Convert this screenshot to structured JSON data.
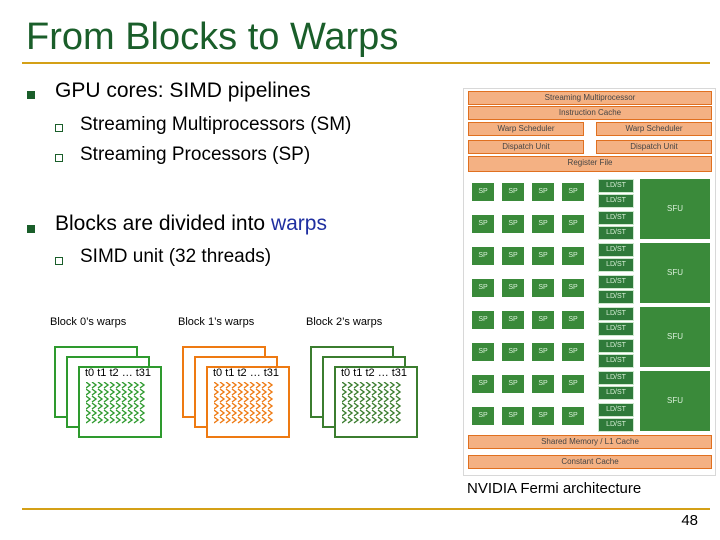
{
  "slide": {
    "title": "From Blocks to Warps",
    "page_number": "48"
  },
  "bullets": [
    {
      "text": "GPU cores: SIMD pipelines",
      "sub": [
        "Streaming Multiprocessors (SM)",
        "Streaming Processors (SP)"
      ]
    },
    {
      "text_prefix": "Blocks are divided into ",
      "text_highlight": "warps",
      "sub": [
        "SIMD unit (32 threads)"
      ]
    }
  ],
  "blocks": [
    {
      "label": "Block 0’s warps",
      "dots": "…",
      "threads": "t0 t1 t2 … t31",
      "color": "#2e9a2e"
    },
    {
      "label": "Block 1’s warps",
      "dots": "…",
      "threads": "t0 t1 t2 … t31",
      "color": "#ee7a12"
    },
    {
      "label": "Block 2’s warps",
      "dots": "…",
      "threads": "t0 t1 t2 … t31",
      "color": "#3b7d2f"
    }
  ],
  "fermi": {
    "header": "Streaming Multiprocessor",
    "instruction_cache": "Instruction Cache",
    "warp_scheduler": "Warp Scheduler",
    "dispatch_unit": "Dispatch Unit",
    "register_file": "Register File",
    "sp": "SP",
    "ldst": "LD/ST",
    "sfu": "SFU",
    "shared_memory": "Shared Memory / L1 Cache",
    "constant_cache": "Constant Cache",
    "caption": "NVIDIA Fermi architecture",
    "colors": {
      "core": "#3a8a3a",
      "control": "#f4b183",
      "control_border": "#e07020"
    }
  }
}
